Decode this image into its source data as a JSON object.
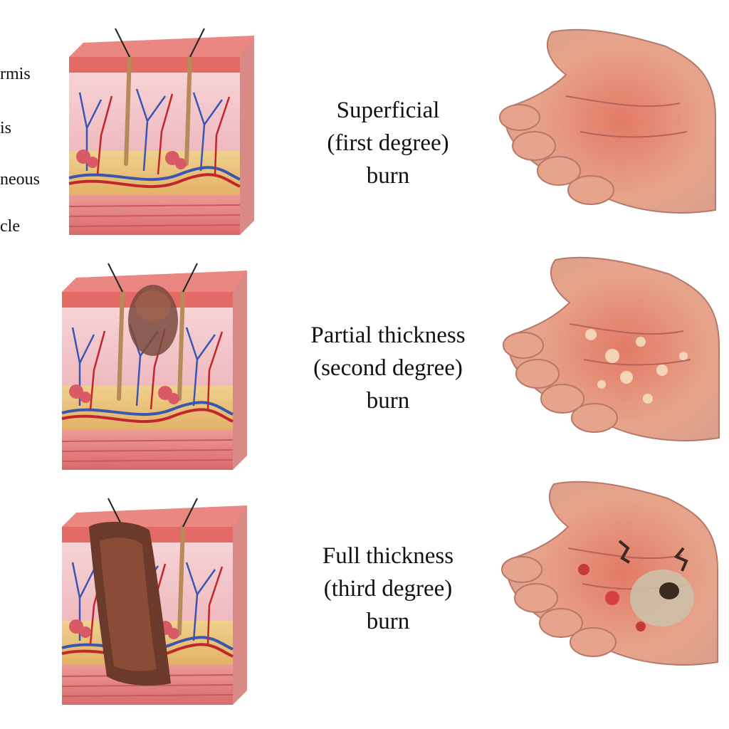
{
  "colors": {
    "skin_top": "#e46a66",
    "dermis": "#f2c2c8",
    "fat": "#e9c27a",
    "muscle": "#e47f7f",
    "vein": "#3a56b0",
    "artery": "#c0262a",
    "char": "#6b3a2a",
    "hand_base": "#e5a58c",
    "hand_red": "#dc6a58",
    "text": "#111111"
  },
  "layer_labels": [
    {
      "text": "rmis"
    },
    {
      "text": "is"
    },
    {
      "text": "neous"
    },
    {
      "text": "cle"
    }
  ],
  "burns": [
    {
      "lines": [
        "Superficial",
        "(first degree)",
        "burn"
      ]
    },
    {
      "lines": [
        "Partial thickness",
        "(second degree)",
        "burn"
      ]
    },
    {
      "lines": [
        "Full thickness",
        "(third degree)",
        "burn"
      ]
    }
  ],
  "icons": {
    "skin_block": "skin-cross-section-illustration",
    "hand": "burned-hand-illustration"
  }
}
